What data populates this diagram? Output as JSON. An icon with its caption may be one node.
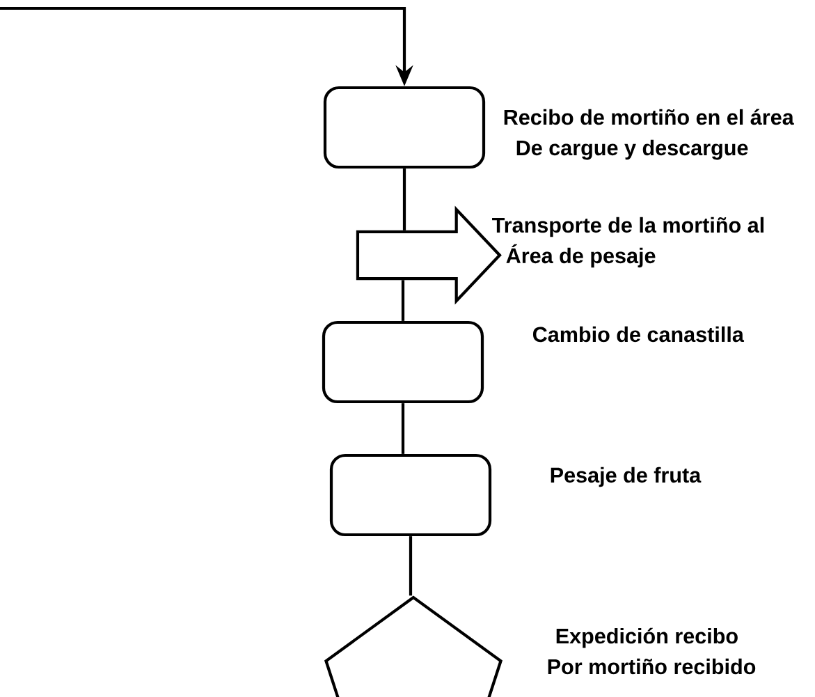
{
  "diagram": {
    "nodes": [
      {
        "text": [],
        "shape": "box",
        "beside": [
          "Recibo de mortiño en el área De cargue y descargue"
        ]
      },
      {
        "text": [],
        "shape": "arrow",
        "beside": [
          "Transporte de la mortiño al Área de pesaje"
        ]
      },
      {
        "text": [],
        "shape": "box",
        "beside": [
          "Cambio de canastilla"
        ]
      },
      {
        "text": [],
        "shape": "box",
        "beside": [
          "Pesaje de fruta"
        ]
      },
      {
        "text": [],
        "shape": "pentagon",
        "beside": [
          "Expedición recibo Por mortiño recibido"
        ]
      }
    ],
    "edges": [
      {
        "from": null,
        "to": 0,
        "arrow": "to"
      },
      {
        "from": 0,
        "to": 1,
        "arrow": "none"
      },
      {
        "from": 1,
        "to": 2,
        "arrow": "none"
      },
      {
        "from": 2,
        "to": 3,
        "arrow": "none"
      },
      {
        "from": 3,
        "to": 4,
        "arrow": "none"
      }
    ]
  }
}
